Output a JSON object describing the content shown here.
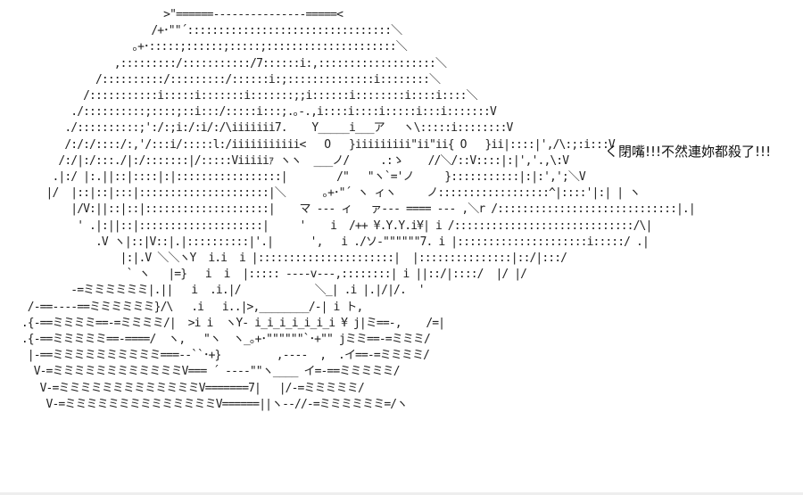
{
  "caption": "く閉嘴!!!不然連妳都殺了!!!",
  "ascii_lines": [
    "                         >\"======---------------=====<",
    "                       /+･\"\"´:::::::::::::::::::::::::::::::::＼",
    "                    ｡+･:::::;::::::;:::::;:::::::::::::::::::::＼",
    "                 ,:::::::::/:::::::::::/7::::::i:,:::::::::::::::::::＼",
    "              /::::::::::/:::::::::/::::::i:;::::::::::::::i::::::::＼",
    "            /:::::::::::i:::::i:::::::i:::::::;;i::::::i::::::::i::::i::::＼",
    "          ./::::::::::;::::;::i:::/:::::i:::;.｡-.,i::::i::::i:::::i:::i:::::::V",
    "         ./::::::::::;':/:;i:/:i/:/\\iiiiiii7.    Y_____i___ア   ヽ\\:::::i::::::::V",
    "         /:/:/::::/:,'/:::i/:::::l:/iiiiiiiiiii<   O   }iiiiiiiii\"ii\"ii{ O   }ii|::::|',/\\:;:i:::V",
    "        /:/|:/:::./|:/:::::::|/:::::Viiiiiｧ ヽヽ  ___ノ/     .:ゝ    //＼/::V::::|:|','.,\\:V",
    "       .|:/ |:.||::|::::|:|:::::::::::::::::|        /\"   \"ヽ`='ノ     }:::::::::::|:|:',';＼V",
    "      |/  |::|::|:::|:::::::::::::::::::::|＼      ｡+･\"´ ヽ ィヽ     ノ::::::::::::::::::^|::::'|:| | ヽ",
    "          |/V:||::|::|::::::::::::::::::::|    マ --- ィ   ァ--- ==== --- ,＼r /:::::::::::::::::::::::::::::|.|",
    "           ' .|:||::|::::::::::::::::::::|     '    i  /++ ¥.Y.Y.i¥| i /:::::::::::::::::::::::::::::/\\|",
    "              .V ヽ|::|V::|.|::::::::::|'.|      ',   i ./ソ-\"\"\"\"\"\"7. i |:::::::::::::::::::::i:::::/ .|",
    "                  |:|.V ＼＼ヽY  i.i  i |::::::::::::::::::::::|  |:::::::::::::::|::/|:::/",
    "                   ` ヽ   |=}   i  i  |::::: ----v---,::::::::| i ||::/|::::/  |/ |/",
    "          -=ミミミミミミ|.||   i  .i.|/            ＼_| .i |.|/|/.  '",
    "   /-==----==ミミミミミミ}/\\   .i   i..|>,________/-| i ト,",
    "  .{-==ミミミミ==-=ミミミミ/|  >i i  ヽY- i_i_i_i_i_i_i ¥ j|ミ==-,    /=|",
    "  .{-==ミミミミミ==-====/  ヽ,   \"ヽ  ヽ_｡+･\"\"\"\"\"\"`･+\"\" jミミ==-=ミミミ/",
    "   |-==ミミミミミミミミミミ===--``･+}         ,----  ,  .イ==-=ミミミミ/",
    "    V-=ミミミミミミミミミミミミV=== ´ ----\"\"ヽ____ イ=-==ミミミミミ/",
    "     V-=ミミミミミミミミミミミミミV=======7|   |/-=ミミミミミ/",
    "      V-=ミミミミミミミミミミミミミミV======||ヽ--//-=ミミミミミミ=/ヽ"
  ]
}
